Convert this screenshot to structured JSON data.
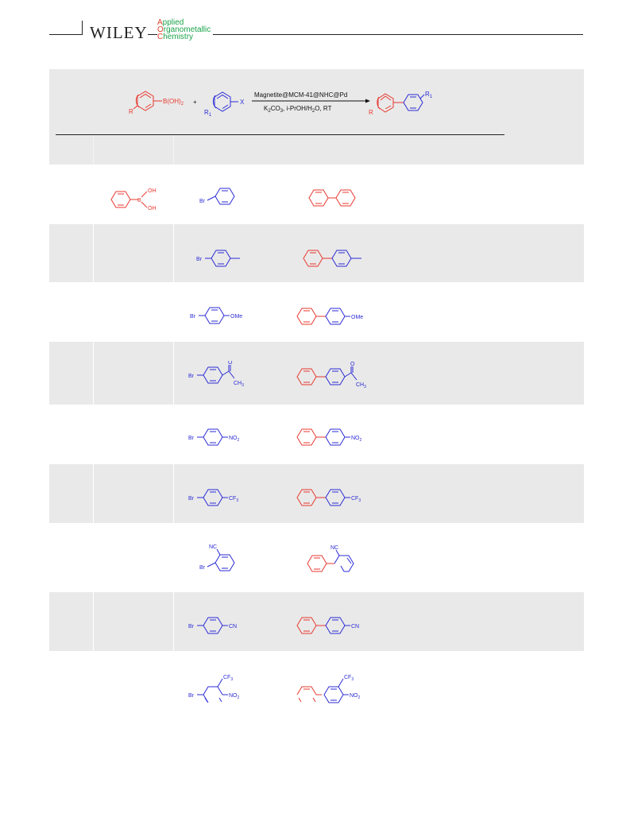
{
  "header": {
    "brand": "WILEY",
    "journal_line1": {
      "cap": "A",
      "rest": "pplied"
    },
    "journal_line2": {
      "cap": "O",
      "rest": "rganometallic"
    },
    "journal_line3": {
      "cap": "C",
      "rest": "hemistry"
    }
  },
  "scheme": {
    "reactant1_R": "R",
    "reactant1_group": "B(OH)",
    "reactant1_group_sub": "2",
    "plus": "+",
    "reactant2_R": "R",
    "reactant2_R_sub": "1",
    "reactant2_X": "X",
    "catalyst": "Magnetite@MCM-41@NHC@Pd",
    "conditions": {
      "k": "K",
      "k_sub": "2",
      "co": "CO",
      "co_sub": "3",
      "ipr": ", i-PrOH/H",
      "h2o_sub": "2",
      "rt": "O, RT"
    },
    "product_R": "R",
    "product_R1": "R",
    "product_R1_sub": "1"
  },
  "boronic": {
    "oh": "OH",
    "b": "B"
  },
  "rows": [
    {
      "halide_Br": "Br",
      "sub": "",
      "sub_idx": ""
    },
    {
      "halide_Br": "Br",
      "sub": "",
      "sub_idx": ""
    },
    {
      "halide_Br": "Br",
      "sub": "OMe",
      "sub_idx": ""
    },
    {
      "halide_Br": "Br",
      "sub": "O",
      "sub2": "CH",
      "sub2_idx": "3"
    },
    {
      "halide_Br": "Br",
      "sub": "NO",
      "sub_idx": "2"
    },
    {
      "halide_Br": "Br",
      "sub": "CF",
      "sub_idx": "3"
    },
    {
      "halide_Br": "Br",
      "sub": "NC"
    },
    {
      "halide_Br": "Br",
      "sub": "CN"
    },
    {
      "halide_Br": "Br",
      "sub": "NO",
      "sub_idx": "2",
      "sub2": "CF",
      "sub2_idx": "3"
    }
  ],
  "colors": {
    "red": "#e8382f",
    "blue": "#2b2bd6",
    "band": "#e9e9e9"
  }
}
